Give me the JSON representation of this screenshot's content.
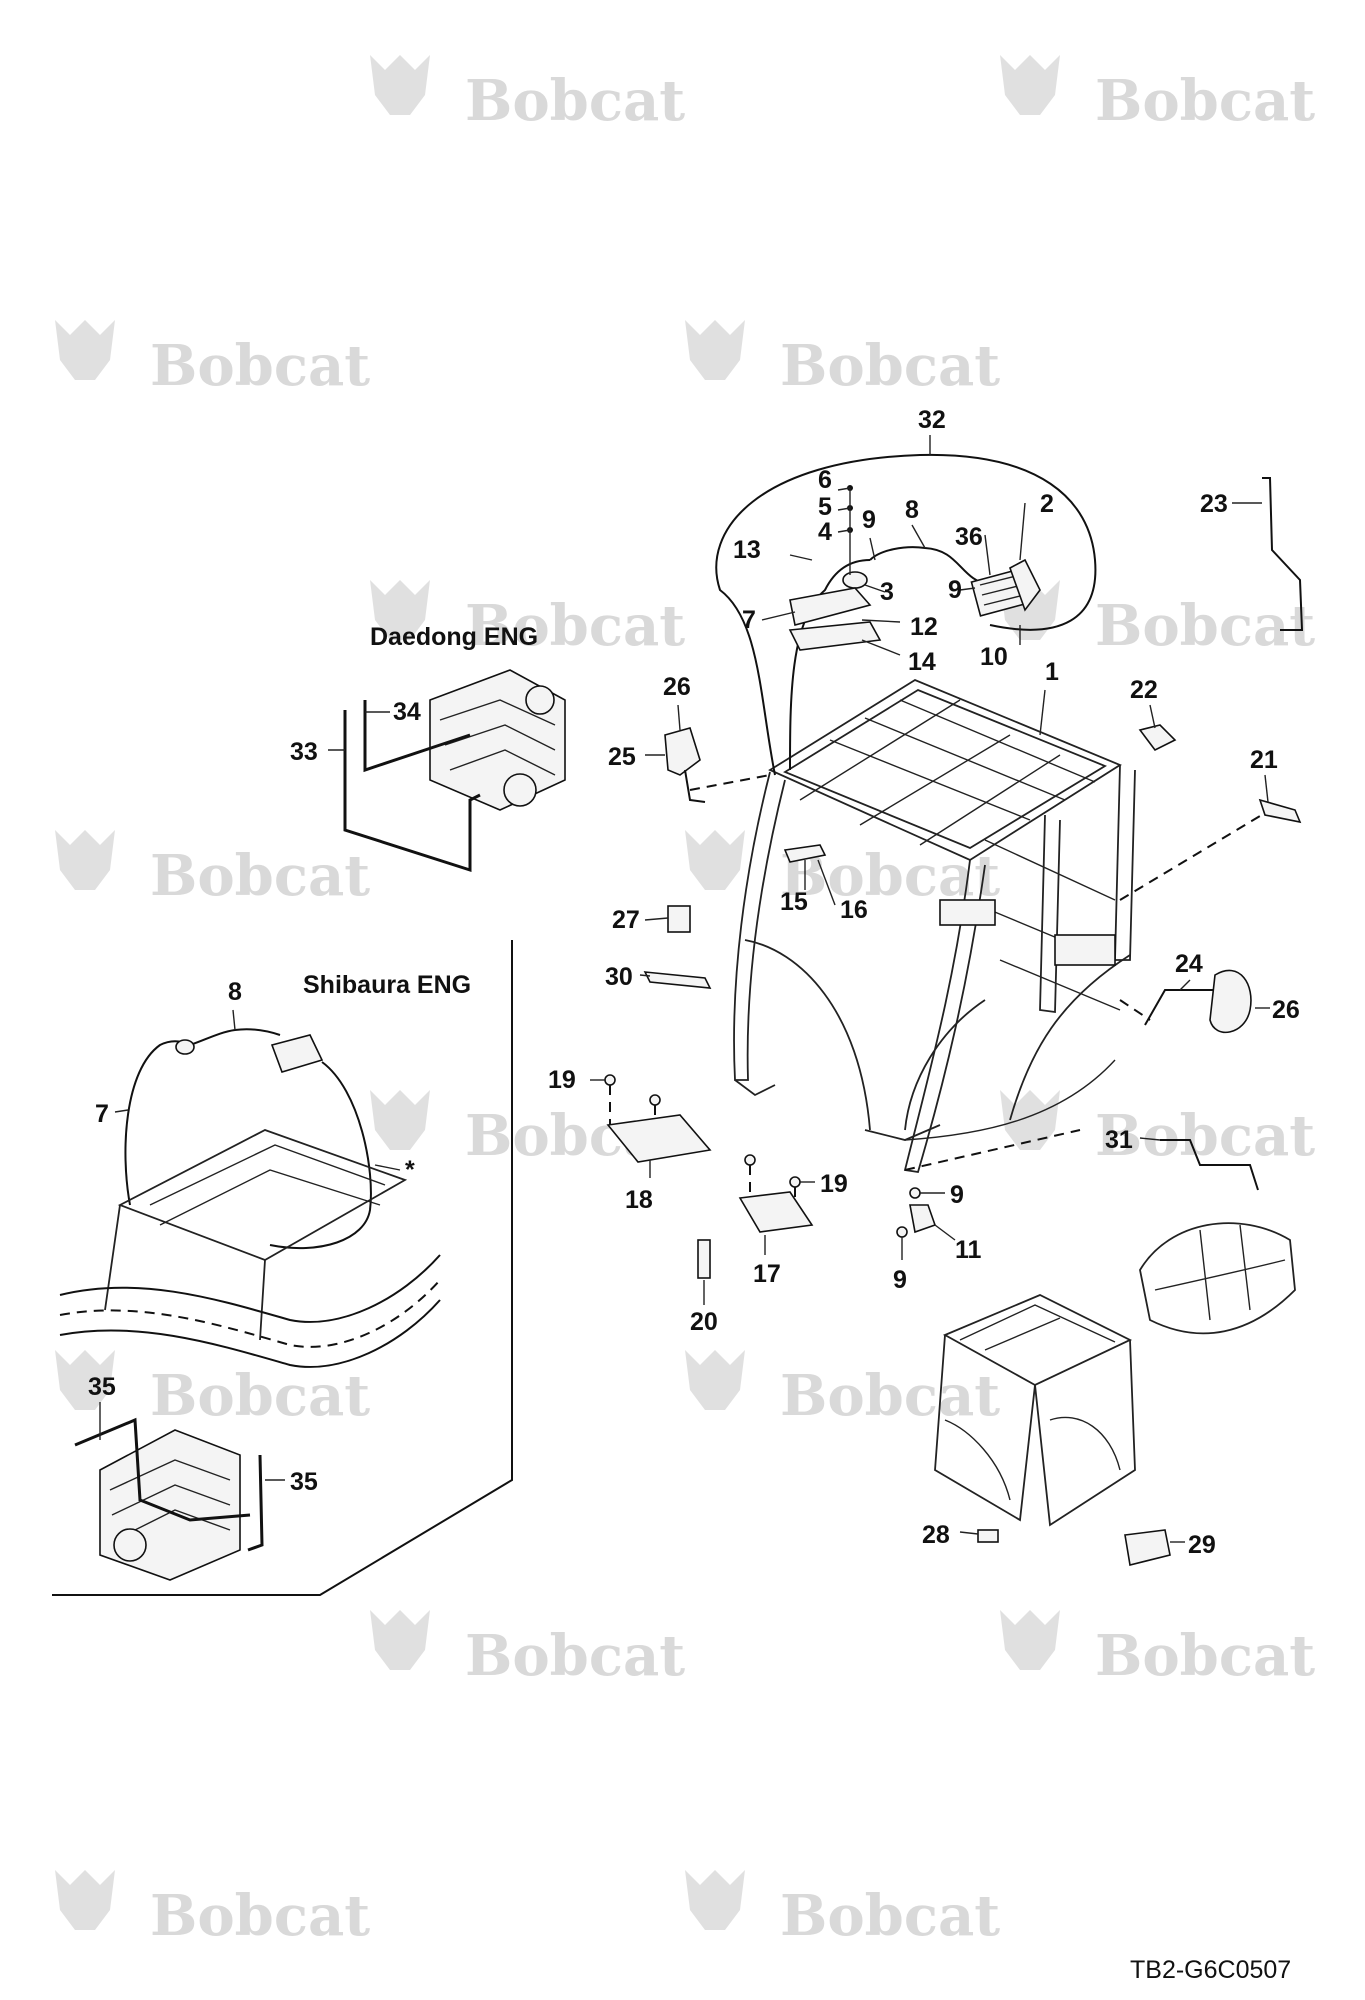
{
  "watermark": "Bobcat",
  "sections": {
    "daedong": "Daedong ENG",
    "shibaura": "Shibaura ENG"
  },
  "drawing_code": "TB2-G6C0507",
  "callouts": {
    "c32": "32",
    "c6": "6",
    "c5": "5",
    "c4": "4",
    "c9a": "9",
    "c8": "8",
    "c36": "36",
    "c2": "2",
    "c23": "23",
    "c13": "13",
    "c3": "3",
    "c9b": "9",
    "c7": "7",
    "c12": "12",
    "c10": "10",
    "c14": "14",
    "c1": "1",
    "c26a": "26",
    "c22": "22",
    "c25": "25",
    "c21": "21",
    "c15": "15",
    "c16": "16",
    "c27": "27",
    "c30": "30",
    "c24": "24",
    "c26b": "26",
    "c19a": "19",
    "c31": "31",
    "c19b": "19",
    "c9c": "9",
    "c18": "18",
    "c11": "11",
    "c17": "17",
    "c9d": "9",
    "c20": "20",
    "c28": "28",
    "c29": "29",
    "c33": "33",
    "c34": "34",
    "s8": "8",
    "s7": "7",
    "star": "*",
    "c35a": "35",
    "c35b": "35"
  }
}
